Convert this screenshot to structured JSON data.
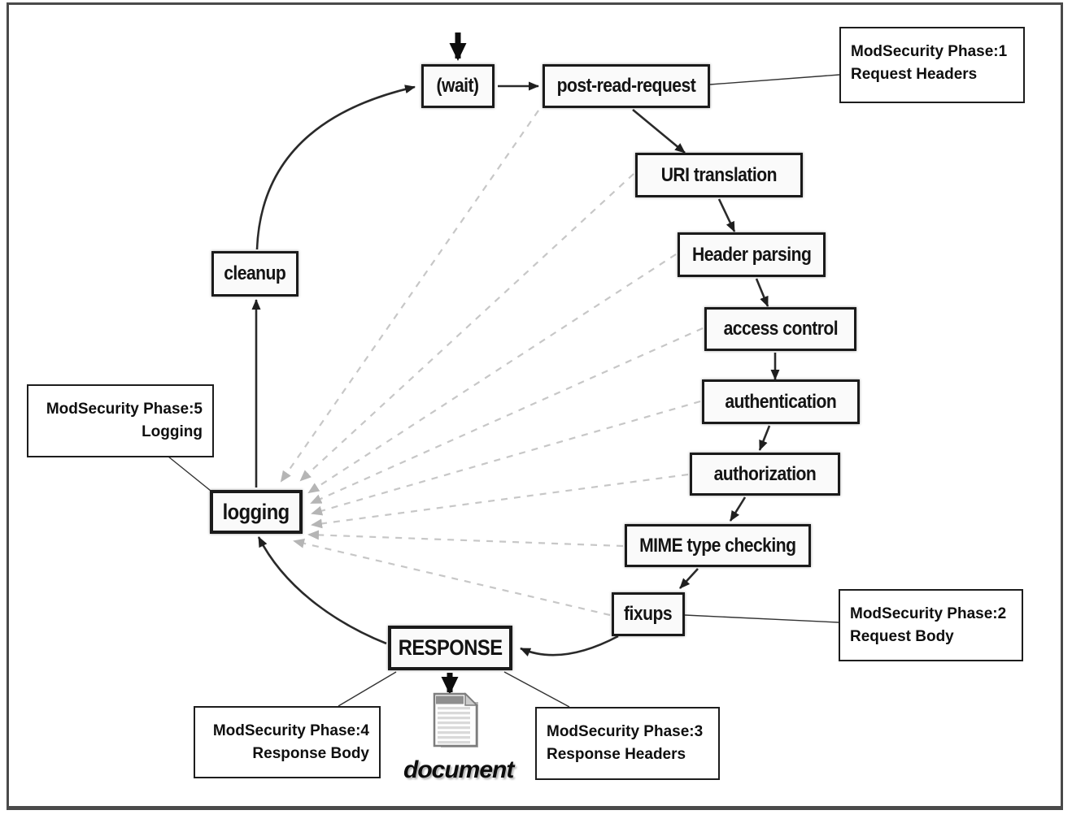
{
  "colors": {
    "background": "#ffffff",
    "frame_border": "#4a4a4a",
    "stage_border": "#1a1a1a",
    "stage_fill": "#fafafa",
    "arrow": "#2a2a2a",
    "thick_arrow": "#0d0d0d",
    "dashed_arrow": "#c7c7c7",
    "dashed_arrowhead": "#b5b5b5",
    "annotation_border": "#1d1d1d",
    "text": "#111111"
  },
  "stages": {
    "wait": {
      "label": "(wait)"
    },
    "post_read_request": {
      "label": "post-read-request"
    },
    "uri_translation": {
      "label": "URI translation"
    },
    "header_parsing": {
      "label": "Header parsing"
    },
    "access_control": {
      "label": "access control"
    },
    "authentication": {
      "label": "authentication"
    },
    "authorization": {
      "label": "authorization"
    },
    "mime_type_checking": {
      "label": "MIME type checking"
    },
    "fixups": {
      "label": "fixups"
    },
    "response": {
      "label": "RESPONSE"
    },
    "logging": {
      "label": "logging"
    },
    "cleanup": {
      "label": "cleanup"
    }
  },
  "annotations": {
    "phase1": {
      "line1": "ModSecurity Phase:1",
      "line2": "Request Headers"
    },
    "phase2": {
      "line1": "ModSecurity Phase:2",
      "line2": "Request Body"
    },
    "phase3": {
      "line1": "ModSecurity Phase:3",
      "line2": "Response Headers"
    },
    "phase4": {
      "line1": "ModSecurity Phase:4",
      "line2": "Response Body"
    },
    "phase5": {
      "line1": "ModSecurity Phase:5",
      "line2": "Logging"
    }
  },
  "document": {
    "label": "document"
  }
}
